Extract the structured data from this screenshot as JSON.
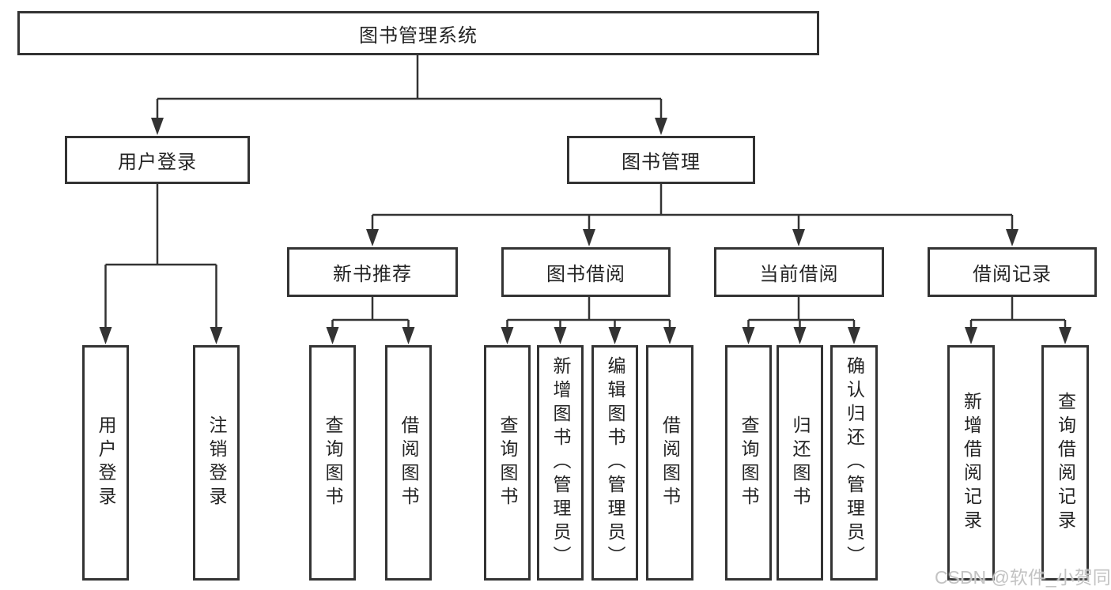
{
  "tree": {
    "label": "图书管理系统",
    "children": [
      {
        "label": "用户登录",
        "children": [
          {
            "label": "用户登录"
          },
          {
            "label": "注销登录"
          }
        ]
      },
      {
        "label": "图书管理",
        "children": [
          {
            "label": "新书推荐",
            "children": [
              {
                "label": "查询图书"
              },
              {
                "label": "借阅图书"
              }
            ]
          },
          {
            "label": "图书借阅",
            "children": [
              {
                "label": "查询图书"
              },
              {
                "label": "新增图书（管理员）"
              },
              {
                "label": "编辑图书（管理员）"
              },
              {
                "label": "借阅图书"
              }
            ]
          },
          {
            "label": "当前借阅",
            "children": [
              {
                "label": "查询图书"
              },
              {
                "label": "归还图书"
              },
              {
                "label": "确认归还（管理员）"
              }
            ]
          },
          {
            "label": "借阅记录",
            "children": [
              {
                "label": "新增借阅记录"
              },
              {
                "label": "查询借阅记录"
              }
            ]
          }
        ]
      }
    ]
  },
  "watermark": {
    "text": "CSDN @软件_小贺同学"
  },
  "colors": {
    "line": "#333333",
    "box_border": "#333333",
    "text": "#242424",
    "background": "#ffffff",
    "watermark": "#c3c3c3"
  }
}
